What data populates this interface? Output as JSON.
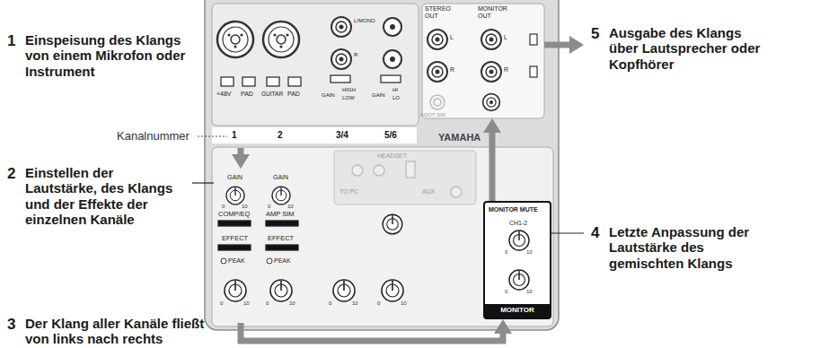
{
  "diagram": {
    "nodes": [
      {
        "text": [
          "1",
          "Einspeisung des Klangs von einem Mikrofon oder Instrument"
        ]
      },
      {
        "text": [
          "+48V",
          "PAD",
          "GUITAR",
          "PAD",
          "L/MONO",
          "R",
          "GAIN",
          "HIGH",
          "LOW",
          "GAIN",
          "HI",
          "LO"
        ]
      },
      {
        "text": [
          "STEREO OUT",
          "MONITOR OUT"
        ]
      },
      {
        "text": [
          "5",
          "Ausgabe des Klangs über Lautsprecher oder Kopfhörer"
        ]
      },
      {
        "text": [
          "2",
          "Einstellen der Lautstärke, des Klangs und der Effekte der einzelnen Kanäle"
        ]
      },
      {
        "text": [
          "GAIN",
          "GAIN",
          "COMP/EQ",
          "AMP SIM",
          "EFFECT",
          "EFFECT",
          "PEAK",
          "PEAK"
        ]
      },
      {
        "text": [
          "MONITOR MUTE",
          "CH1-2",
          "MONITOR"
        ]
      },
      {
        "text": [
          "4",
          "Letzte Anpassung der Lautstärke des gemischten Klangs"
        ]
      },
      {
        "text": [
          "3",
          "Der Klang aller Kanäle fließt von links nach rechts"
        ]
      }
    ],
    "edges": [
      {
        "from": 1,
        "to": 5,
        "arrow": "to"
      },
      {
        "from": 5,
        "to": 6,
        "arrow": "to"
      },
      {
        "from": 6,
        "to": 2,
        "arrow": "to"
      },
      {
        "from": 2,
        "to": 3,
        "arrow": "to"
      },
      {
        "from": 4,
        "to": 5,
        "arrow": "none"
      },
      {
        "from": 6,
        "to": 7,
        "arrow": "none"
      }
    ],
    "labels": [
      "Kanalnummer",
      "1",
      "2",
      "3/4",
      "5/6",
      "L",
      "R",
      "L",
      "R",
      "FOOT SW",
      "YAMAHA",
      "HEADSET",
      "TO PC",
      "AUX",
      "0",
      "10",
      "0",
      "10",
      "0",
      "10",
      "0",
      "10",
      "0",
      "10",
      "0",
      "10",
      "0",
      "10",
      "0",
      "10"
    ]
  }
}
